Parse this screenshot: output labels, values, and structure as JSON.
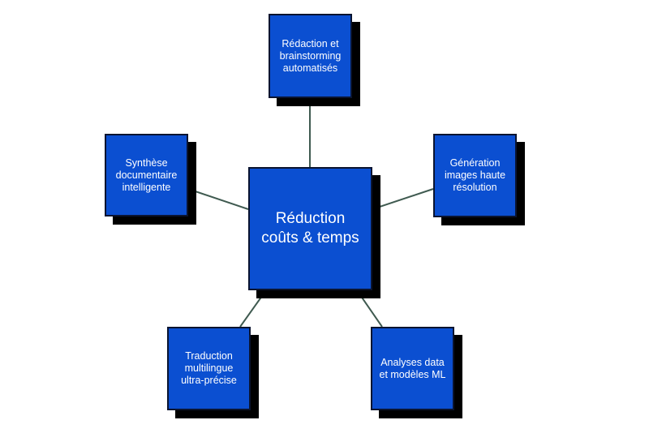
{
  "diagram": {
    "center": {
      "label": "Réduction\ncoûts & temps"
    },
    "nodes": {
      "top": {
        "label": "Rédaction et\nbrainstorming\nautomatisés"
      },
      "left": {
        "label": "Synthèse\ndocumentaire\nintelligente"
      },
      "right": {
        "label": "Génération\nimages haute\nrésolution"
      },
      "bottom_left": {
        "label": "Traduction\nmultilingue\nultra-précise"
      },
      "bottom_right": {
        "label": "Analyses data\net modèles ML"
      }
    },
    "colors": {
      "box_fill": "#0b4fd1",
      "box_border": "#0a1430",
      "shadow": "#000000",
      "text": "#ffffff",
      "connector": "#3f5a50"
    }
  }
}
